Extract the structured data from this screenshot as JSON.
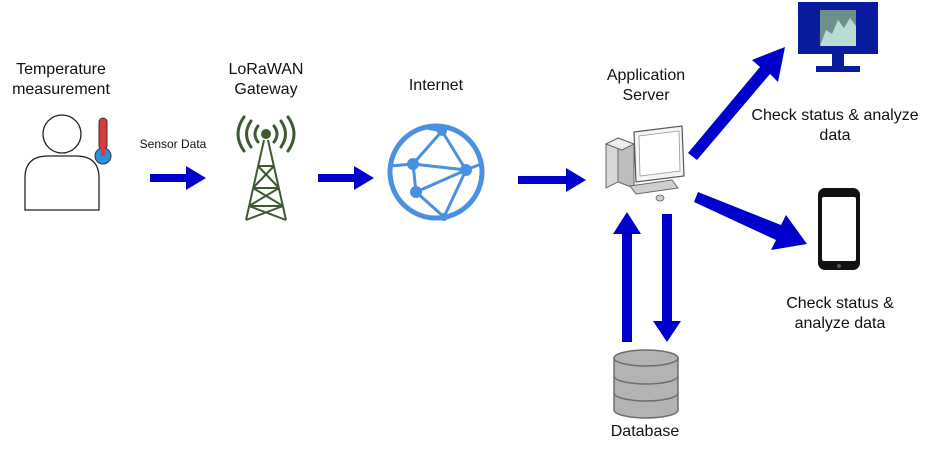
{
  "nodes": {
    "person": {
      "label": "Temperature\nmeasurement"
    },
    "gateway": {
      "label": "LoRaWAN\nGateway"
    },
    "internet": {
      "label": "Internet"
    },
    "server": {
      "label": "Application\nServer"
    },
    "monitor": {
      "label": "Check status  & analyze\ndata"
    },
    "phone": {
      "label": "Check status &\nanalyze data"
    },
    "database": {
      "label": "Database"
    }
  },
  "edges": {
    "sensor_label": "Sensor Data"
  },
  "colors": {
    "arrow": "#0000CC",
    "internet_blue": "#4A90E2",
    "gateway_green": "#3D5A32",
    "thermo_red": "#D93B3B",
    "thermo_blue": "#2F8FD8",
    "monitor_blue": "#0A1C9E",
    "monitor_screen": "#6F8F8A"
  },
  "icons": [
    "person-icon",
    "thermometer-icon",
    "tower-icon",
    "globe-network-icon",
    "computer-icon",
    "monitor-icon",
    "phone-icon",
    "database-icon"
  ]
}
